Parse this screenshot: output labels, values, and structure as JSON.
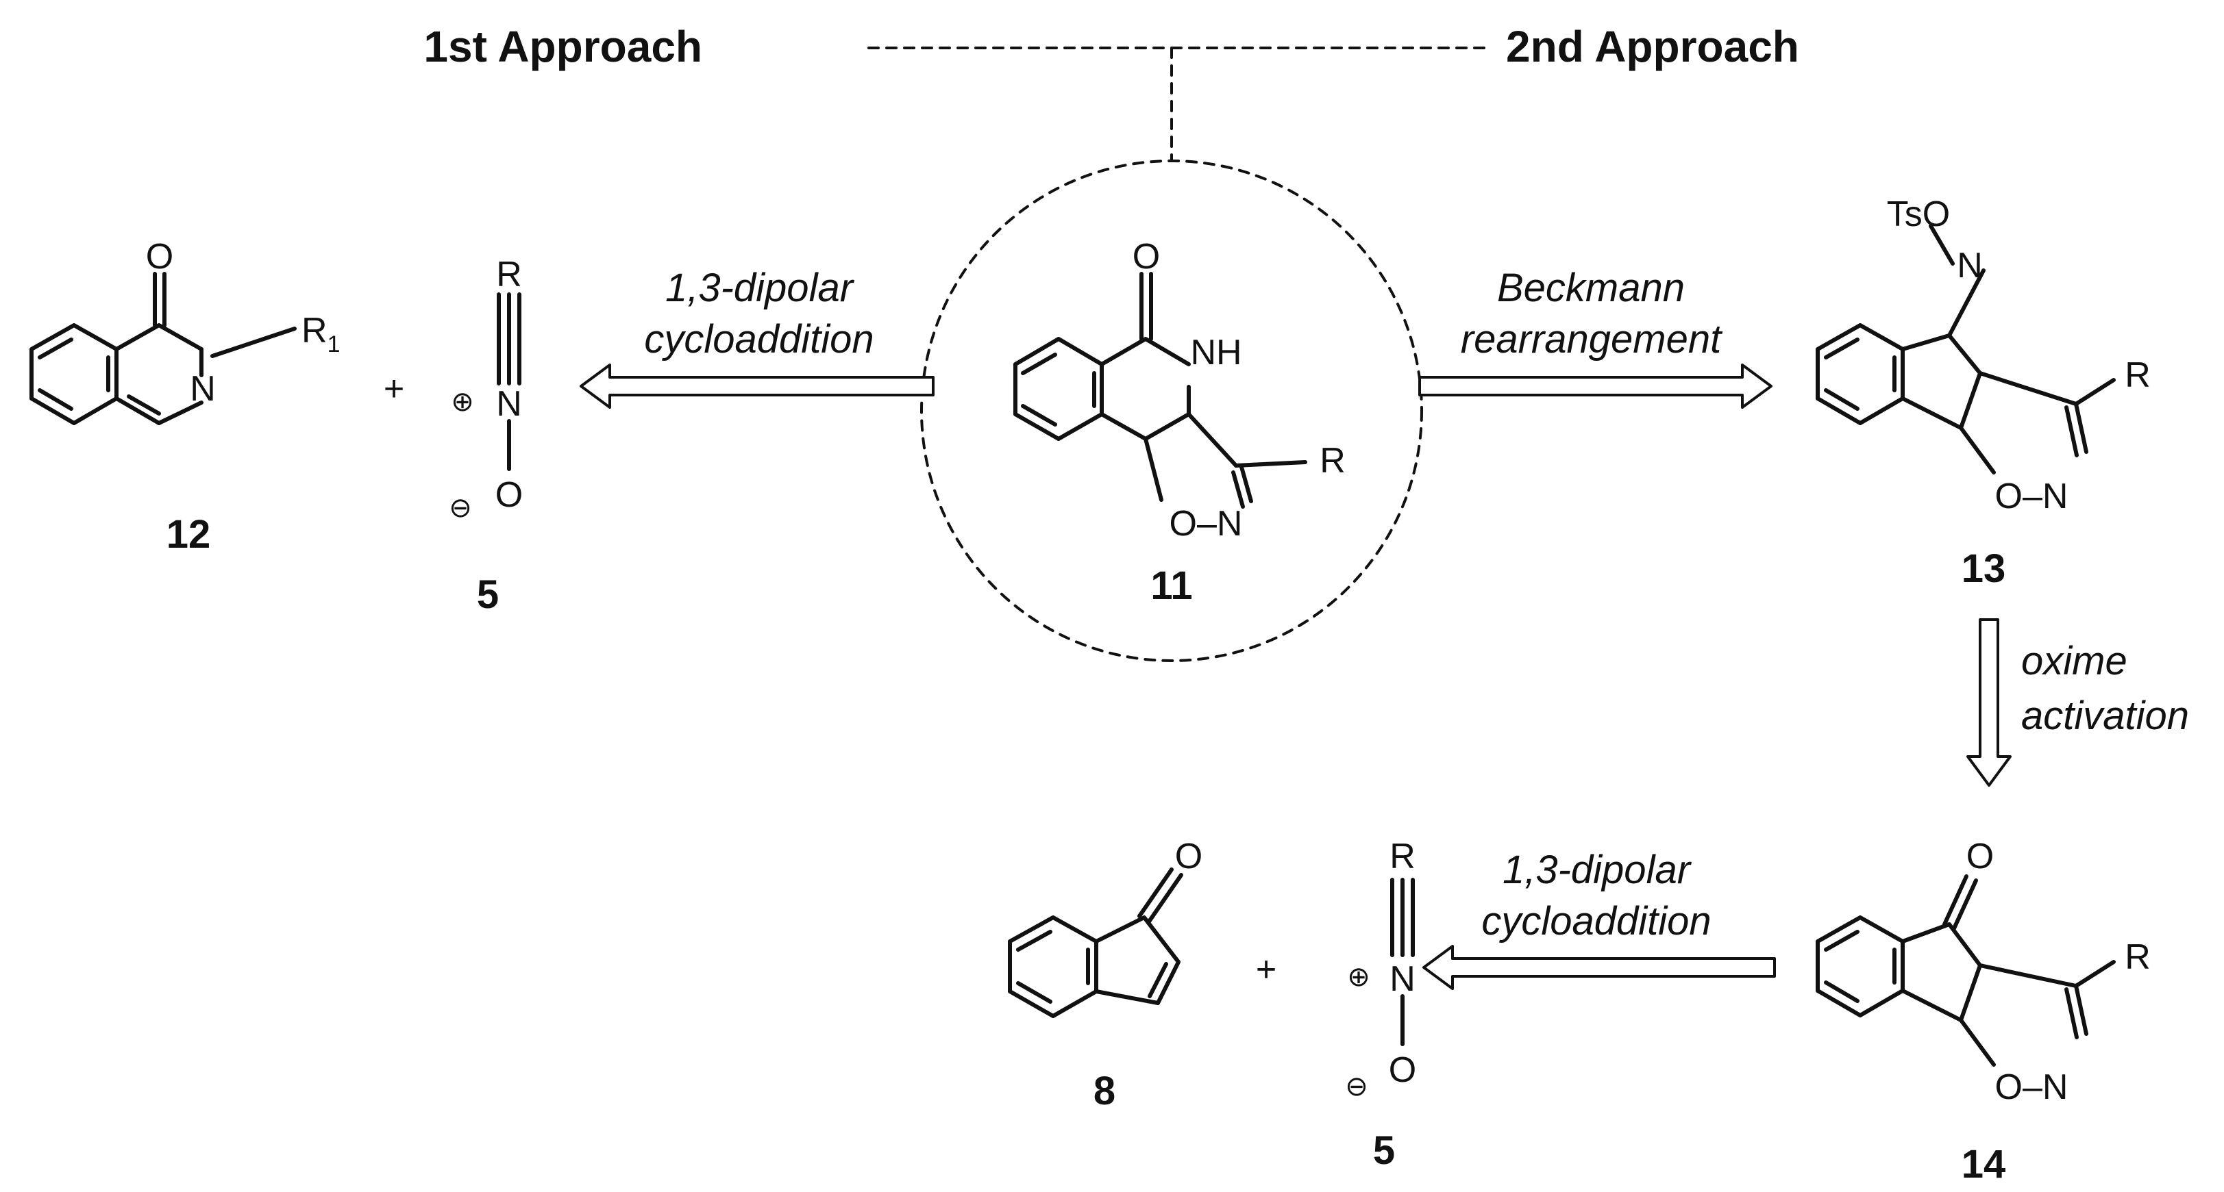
{
  "headers": {
    "first": "1st Approach",
    "second": "2nd Approach"
  },
  "atoms": {
    "O": "O",
    "N": "N",
    "NH": "NH",
    "R": "R",
    "R1": "R",
    "R1_sub": "1",
    "ON": "O–N",
    "TsO": "TsO",
    "plus": "+",
    "cation": "⊕",
    "anion": "⊖"
  },
  "compounds": {
    "c12": "12",
    "c5": "5",
    "c11": "11",
    "c13": "13",
    "c8": "8",
    "c14": "14"
  },
  "conditions": {
    "dipolar_1": "1,3-dipolar",
    "dipolar_2": "cycloaddition",
    "beckmann_1": "Beckmann",
    "beckmann_2": "rearrangement",
    "oxime_1": "oxime",
    "oxime_2": "activation"
  }
}
